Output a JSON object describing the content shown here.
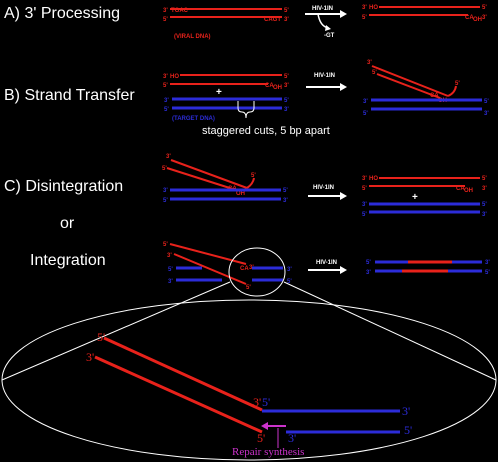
{
  "headings": {
    "a": "A) 3' Processing",
    "b": "B) Strand Transfer",
    "c": "C) Disintegration",
    "or": "or",
    "integration": "Integration"
  },
  "enzyme_label": "HIV-1IN",
  "gt_released": "-GT",
  "viral_dna": "(VIRAL DNA)",
  "target_dna": "(TARGET DNA)",
  "staggered_note": "staggered cuts, 5 bp apart",
  "repair_synthesis": "Repair synthesis",
  "ends": {
    "three": "3'",
    "five": "5'"
  },
  "seq": {
    "tgac": "TGAC",
    "cagt": "CAGT",
    "ho": "HO",
    "ca": "CA",
    "oh": "OH"
  },
  "plus": "+",
  "colors": {
    "viral": "#e8221b",
    "target": "#2c2cd9",
    "repair": "#cc33cc",
    "background": "#000000"
  }
}
